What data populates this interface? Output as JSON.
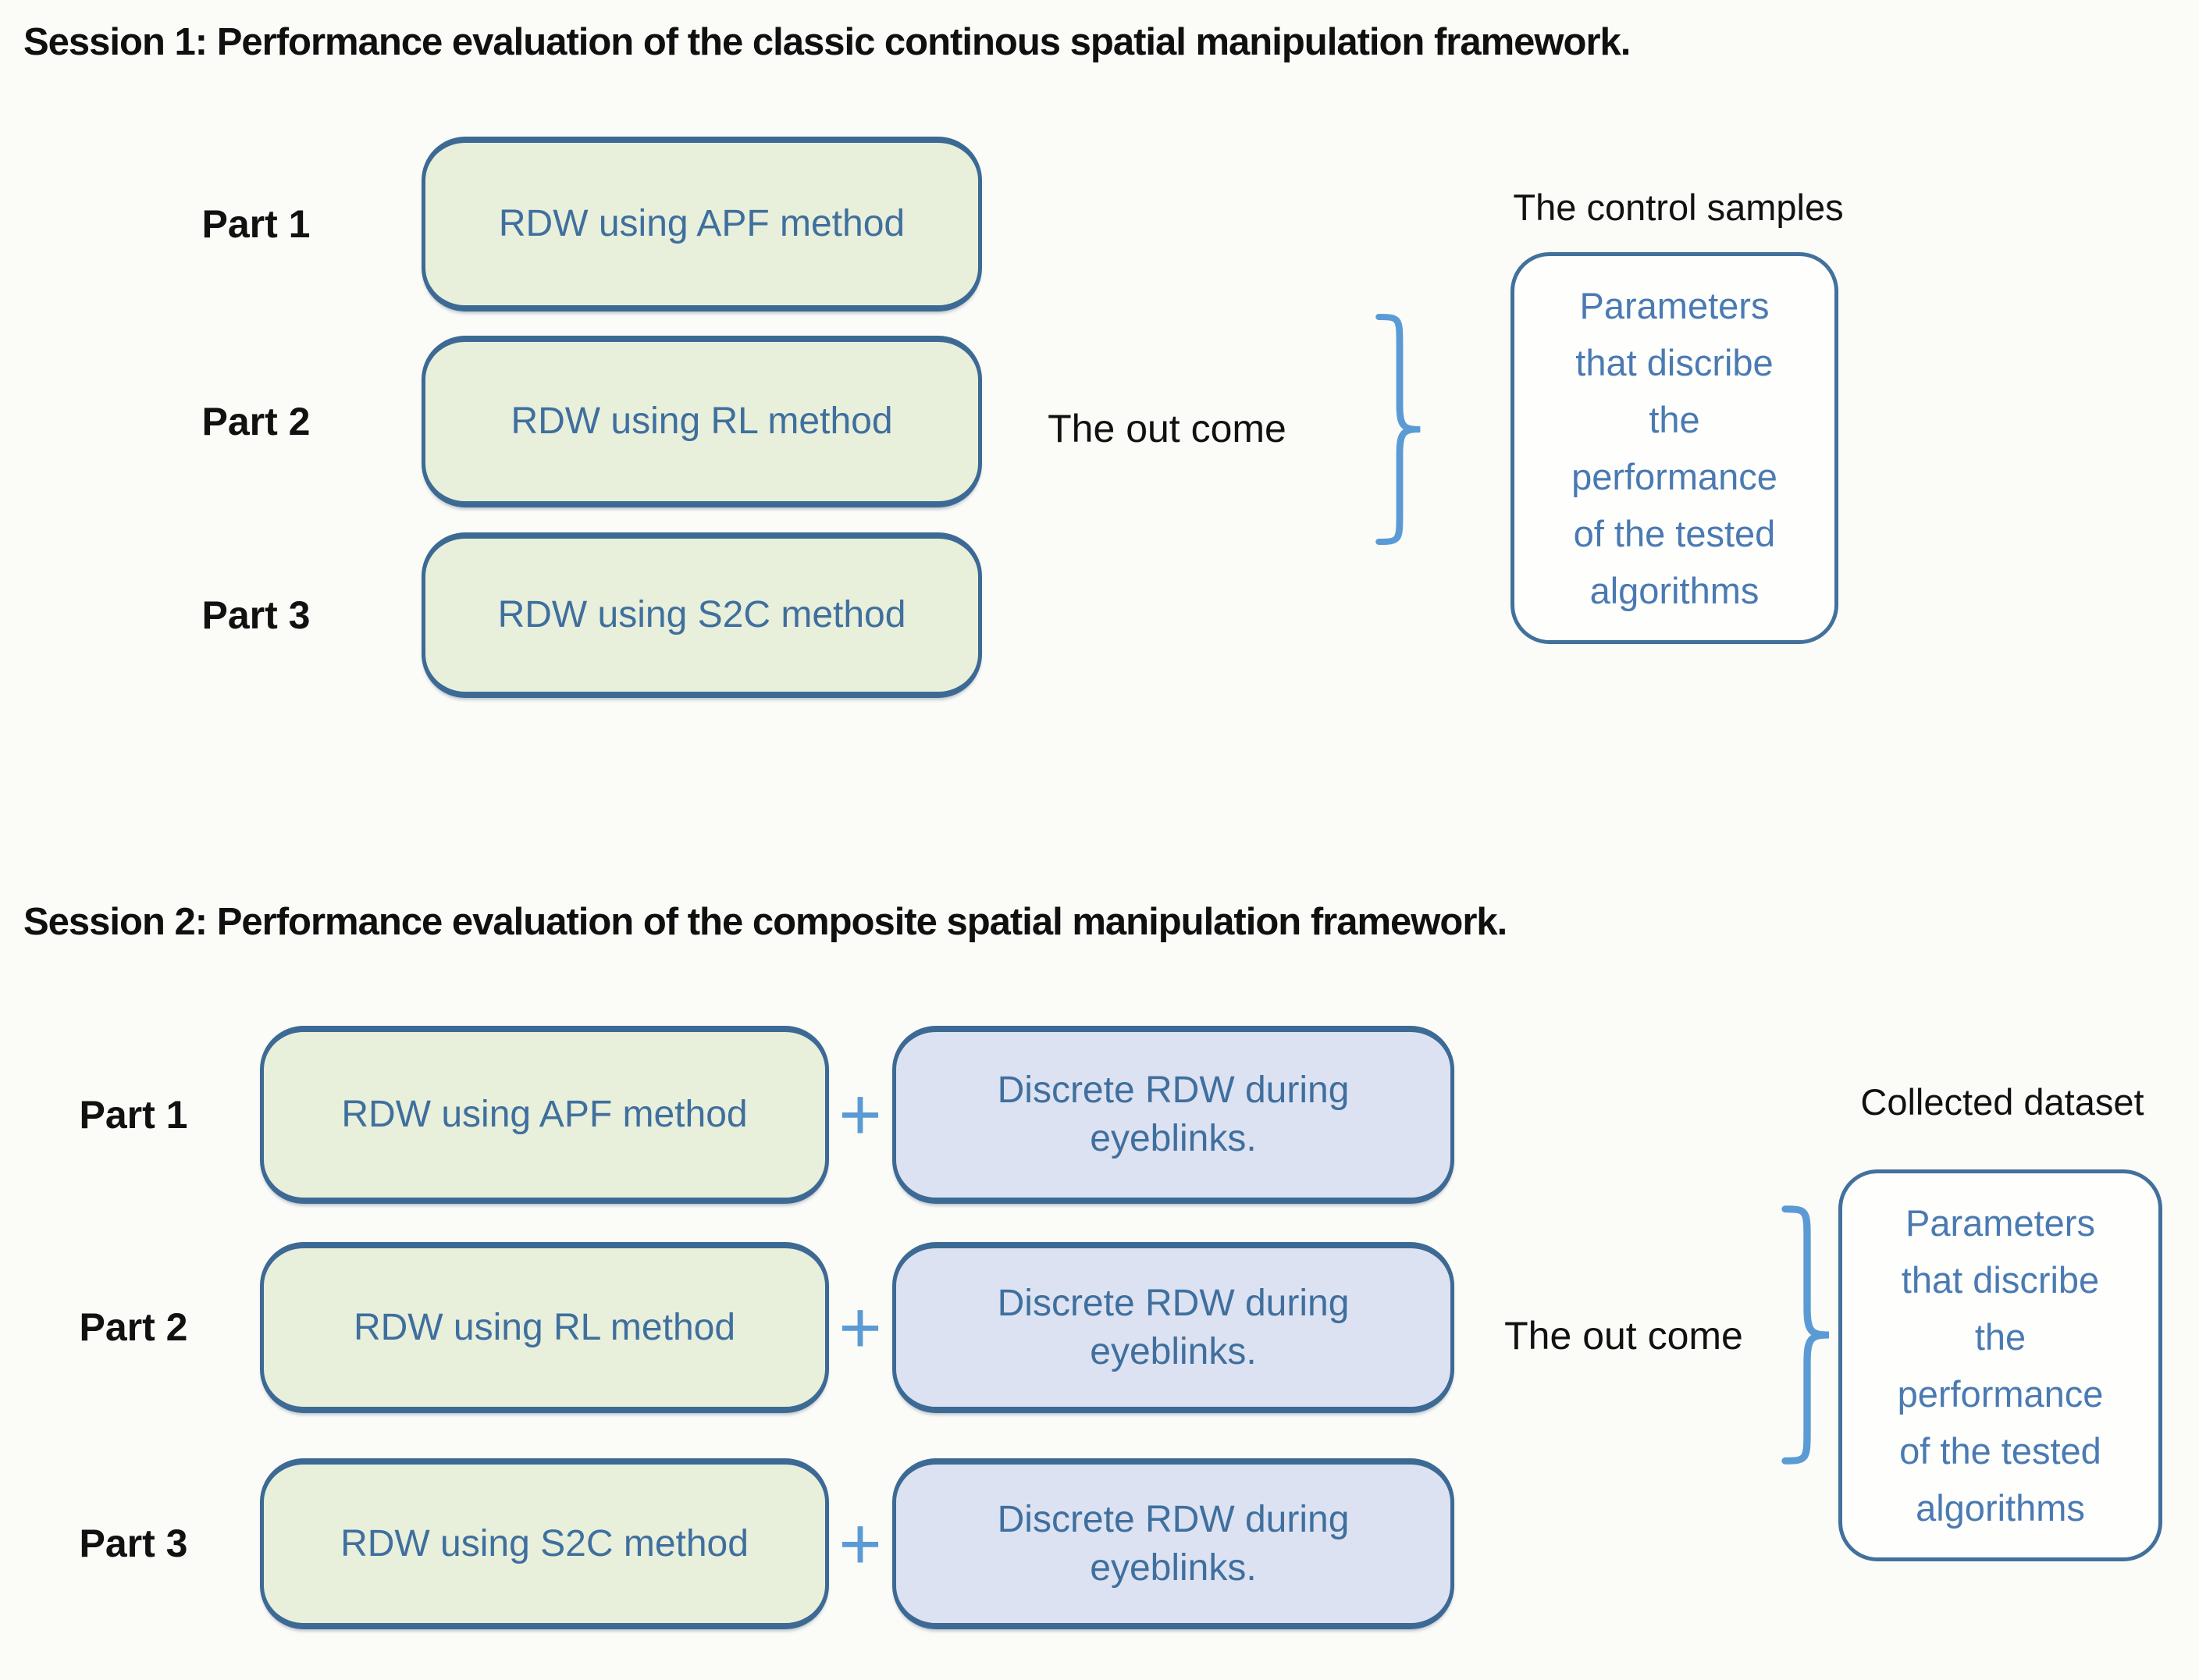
{
  "colors": {
    "background": "#fbfbf8",
    "box_border": "#3d6a94",
    "green_box_fill": "#e8efda",
    "lavender_box_fill": "#dce2f1",
    "box_text": "#3f6f9e",
    "result_box_text": "#4a7ab2",
    "accent_blue": "#5b9bd5",
    "title_text": "#101010"
  },
  "session1": {
    "title": "Session 1: Performance evaluation of the classic continous spatial manipulation framework.",
    "rows": [
      {
        "part": "Part 1",
        "method": "RDW using APF method"
      },
      {
        "part": "Part 2",
        "method": "RDW using RL method"
      },
      {
        "part": "Part 3",
        "method": "RDW using S2C method"
      }
    ],
    "outcome_label": "The out come",
    "result_heading": "The control samples",
    "result_box_lines": [
      "Parameters",
      "that discribe",
      "the",
      "performance",
      "of the tested",
      "algorithms"
    ]
  },
  "session2": {
    "title": "Session 2: Performance evaluation of the composite spatial manipulation framework.",
    "plus_symbol": "+",
    "rows": [
      {
        "part": "Part 1",
        "method": "RDW using APF method",
        "discrete_line1": "Discrete RDW during",
        "discrete_line2": "eyeblinks."
      },
      {
        "part": "Part 2",
        "method": "RDW using RL method",
        "discrete_line1": "Discrete RDW during",
        "discrete_line2": "eyeblinks."
      },
      {
        "part": "Part 3",
        "method": "RDW using S2C method",
        "discrete_line1": "Discrete RDW during",
        "discrete_line2": "eyeblinks."
      }
    ],
    "outcome_label": "The out come",
    "result_heading": "Collected dataset",
    "result_box_lines": [
      "Parameters",
      "that discribe",
      "the",
      "performance",
      "of the tested",
      "algorithms"
    ]
  }
}
